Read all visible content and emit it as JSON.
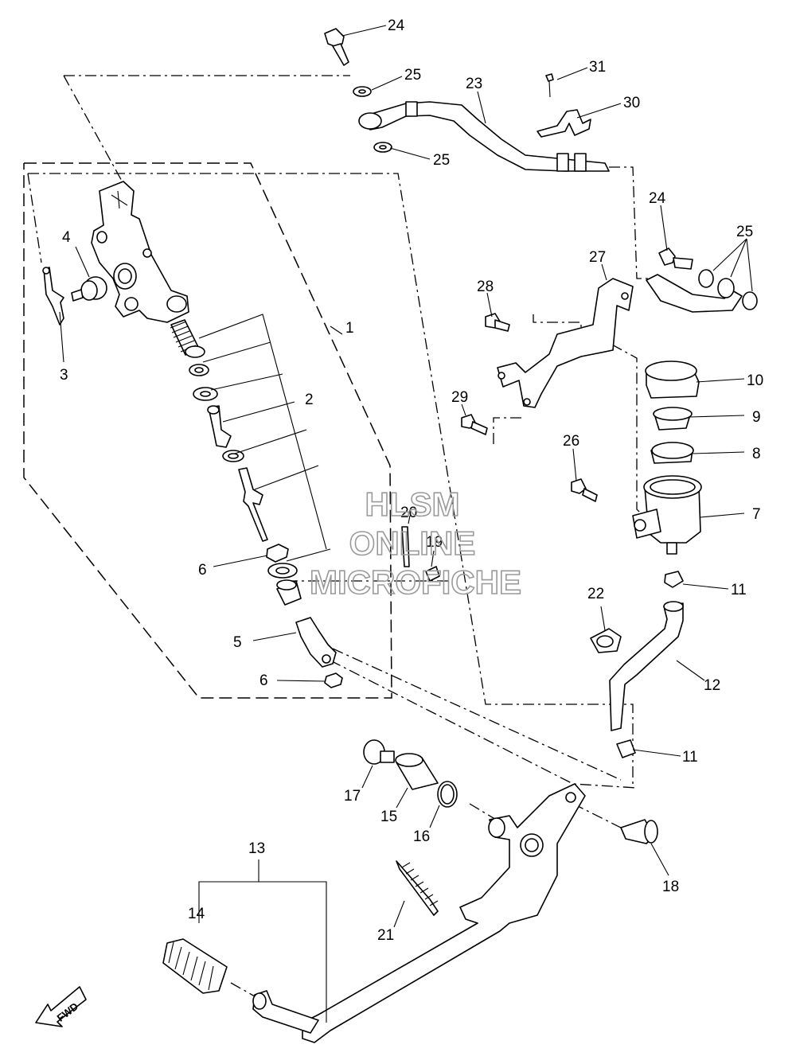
{
  "watermark": {
    "line1": "HLSM",
    "line2": "ONLINE",
    "line3": "MICROFICHE"
  },
  "fwd_label": "FWD",
  "callouts": {
    "n1": "1",
    "n2": "2",
    "n3": "3",
    "n4": "4",
    "n5": "5",
    "n6a": "6",
    "n6b": "6",
    "n7": "7",
    "n8": "8",
    "n9": "9",
    "n10": "10",
    "n11a": "11",
    "n11b": "11",
    "n12": "12",
    "n13": "13",
    "n14": "14",
    "n15": "15",
    "n16": "16",
    "n17": "17",
    "n18": "18",
    "n19": "19",
    "n20": "20",
    "n21": "21",
    "n22": "22",
    "n23": "23",
    "n24a": "24",
    "n24b": "24",
    "n25a": "25",
    "n25b": "25",
    "n25c": "25",
    "n26": "26",
    "n27": "27",
    "n28": "28",
    "n29": "29",
    "n30": "30",
    "n31": "31"
  }
}
